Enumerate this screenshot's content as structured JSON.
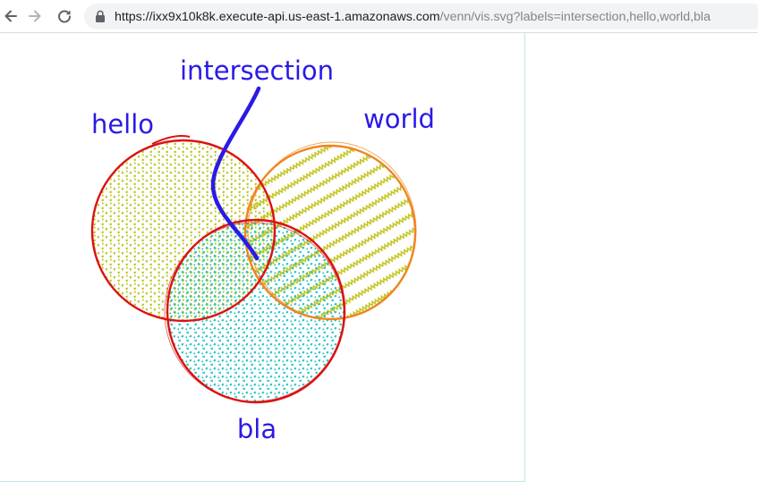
{
  "browser": {
    "url_base": "https://ixx9x10k8k.execute-api.us-east-1.amazonaws.com",
    "url_path": "/venn/vis.svg?labels=intersection,hello,world,bla",
    "back_icon": "arrow-left-icon",
    "forward_icon": "arrow-right-icon",
    "reload_icon": "reload-icon",
    "lock_icon": "lock-icon"
  },
  "venn": {
    "intersection_label": "intersection",
    "set_labels": [
      "hello",
      "world",
      "bla"
    ],
    "colors": {
      "label": "#2b1ae6",
      "hello_outline": "#dd1111",
      "hello_fill": "#b8c41c",
      "world_outline": "#f08420",
      "world_fill": "#c2c522",
      "bla_outline": "#dd1111",
      "bla_fill": "#1cc0c6",
      "pointer": "#2b1ae6"
    }
  }
}
